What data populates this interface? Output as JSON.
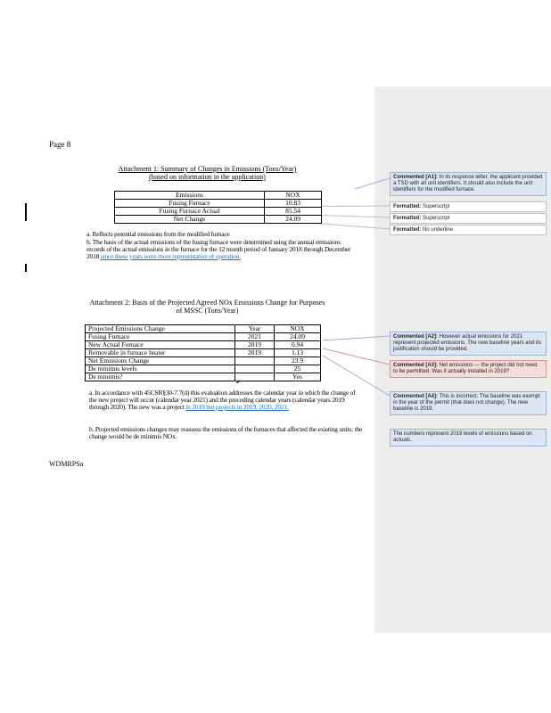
{
  "page": {
    "page_label": "Page 8",
    "footer": "WDMRPSa"
  },
  "colors": {
    "inserted_text_blue": "#1f6fc5",
    "comment_blue_fill": "#dce6f2",
    "comment_pink_fill": "#f6dbdb"
  },
  "attachment1": {
    "title_line1": "Attachment 1: Summary of Changes in Emissions (Tons/Year)",
    "title_line2": "(based on information in the application)",
    "table": {
      "headers": [
        "Emissions",
        "NOX"
      ],
      "rows": [
        [
          "Fusing Furnace",
          "10.83"
        ],
        [
          "Fusing Furnace Actual",
          "85.54"
        ],
        [
          "Net Change",
          "24.09"
        ]
      ]
    },
    "note_a": "a. Reflects potential emissions from the modified furnace",
    "note_b_black": "b. The basis of the actual emissions of the fusing furnace were determined using the annual emissions records of the actual emissions in the furnace for the 12 month period of January 2018 through December 2018 ",
    "note_b_inserted": "since these years were more representative of operation."
  },
  "attachment2": {
    "title_line1": "Attachment 2: Basis of the Projected Agreed NOx Emissions Change for Purposes",
    "title_line2": "of MSSC (Tons/Year)",
    "table": {
      "headers": [
        "Projected Emissions Change",
        "Year",
        "NOX"
      ],
      "rows": [
        [
          "Fusing Furnace",
          "2021",
          "24.09"
        ],
        [
          "New Actual Furnace",
          "2019",
          "0.94"
        ],
        [
          "Removable in furnace heater",
          "2019",
          "1.13"
        ],
        [
          "Net Emissions Change",
          "",
          "23.9"
        ],
        [
          "De minimis levels",
          "",
          "25"
        ],
        [
          "De minimis?",
          "",
          "Yes"
        ]
      ]
    },
    "note_a_black": "a. In accordance with 45CSR§30-7.7(d) this evaluation addresses the calendar year in which the change of the new project will occur (calendar year 2021) and the preceding calendar years (calendar years 2019 through 2020). The new was a project ",
    "note_a_inserted": "in 2019 but projects in 2019, 2020, 2021.",
    "note_b": "b. Projected emissions changes may reassess the emissions of the furnaces that affected the existing units; the change would be de minimis NOx."
  },
  "comments": [
    {
      "type": "comment",
      "label": "Commented [A1]:",
      "text": "In its response letter, the applicant provided a TSD with all unit identifiers. It should also include the unit identifiers for the modified furnace."
    },
    {
      "type": "formatted",
      "label": "Formatted:",
      "text": "Superscript"
    },
    {
      "type": "formatted",
      "label": "Formatted:",
      "text": "Superscript"
    },
    {
      "type": "formatted",
      "label": "Formatted:",
      "text": "No underline"
    },
    {
      "type": "comment",
      "label": "Commented [A2]:",
      "text": "However actual emissions for 2021 represent projected emissions. The new baseline years and its justification should be provided."
    },
    {
      "type": "comment",
      "label": "Commented [A3]:",
      "text": "Net emissions — the project did not need to be permitted. Was it actually installed in 2019?"
    },
    {
      "type": "comment",
      "label": "Commented [A4]:",
      "text": "This is incorrect. The baseline was exempt in the year of the permit (that does not change). The new baseline is 2019."
    },
    {
      "type": "comment",
      "label": "",
      "text": "The numbers represent 2019 levels of emissions based on actuals."
    }
  ]
}
